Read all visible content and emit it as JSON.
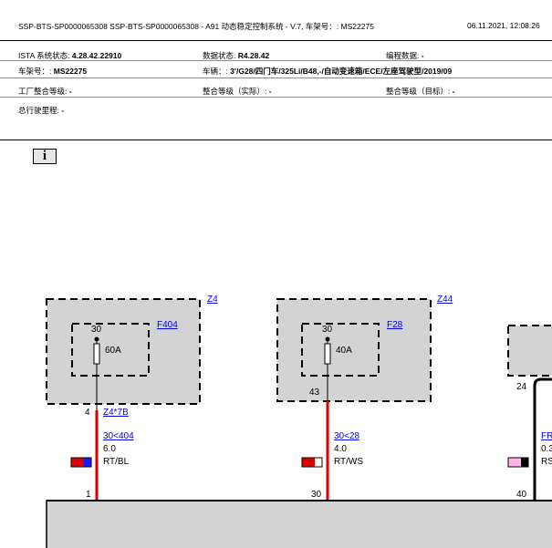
{
  "header": {
    "left": "SSP-BTS-SP0000065308 SSP-BTS-SP0000065308 - A91 动态稳定控制系统 - V.7, 车架号：: MS22275",
    "right": "06.11.2021, 12:08:26"
  },
  "meta": {
    "ista_label": "ISTA 系统状态: ",
    "ista_value": "4.28.42.22910",
    "data_label": "数据状态: ",
    "data_value": "R4.28.42",
    "prog_label": "编程数据: ",
    "prog_value": "-",
    "vin_label": "车架号：: ",
    "vin_value": "MS22275",
    "vehicle_label": "车辆：: ",
    "vehicle_value": "3'/G28/四门车/325Li/B48,-/自动变速箱/ECE/左座驾驶型/2019/09",
    "factory_label": "工厂整合等级: ",
    "factory_value": "-",
    "actual_label": "整合等级（实际）: ",
    "actual_value": "-",
    "target_label": "整合等级（目标）: ",
    "target_value": "-",
    "mileage_label": "总行驶里程: ",
    "mileage_value": "-"
  },
  "info_icon": "i",
  "diagram": {
    "z4": {
      "label": "Z4",
      "fuse": "F404",
      "pin": "30",
      "rating": "60A",
      "out_pin": "4",
      "connector": "Z4*7B"
    },
    "z44": {
      "label": "Z44",
      "fuse": "F28",
      "pin": "30",
      "rating": "40A",
      "out_pin": "43"
    },
    "third": {
      "out_pin": "24",
      "wire_prefix": "FR",
      "size_prefix": "0.3",
      "color_prefix": "RS"
    },
    "wire1": {
      "label": "30<404",
      "size": "6.0",
      "color": "RT/BL",
      "bottom_pin": "1",
      "c1": "#e00000",
      "c2": "#1a1aff"
    },
    "wire2": {
      "label": "30<28",
      "size": "4.0",
      "color": "RT/WS",
      "bottom_pin": "30",
      "c1": "#e00000",
      "c2": "#ffffff"
    },
    "wire3": {
      "bottom_pin": "40",
      "c1": "#ffb6e6",
      "c2": "#000000"
    }
  }
}
